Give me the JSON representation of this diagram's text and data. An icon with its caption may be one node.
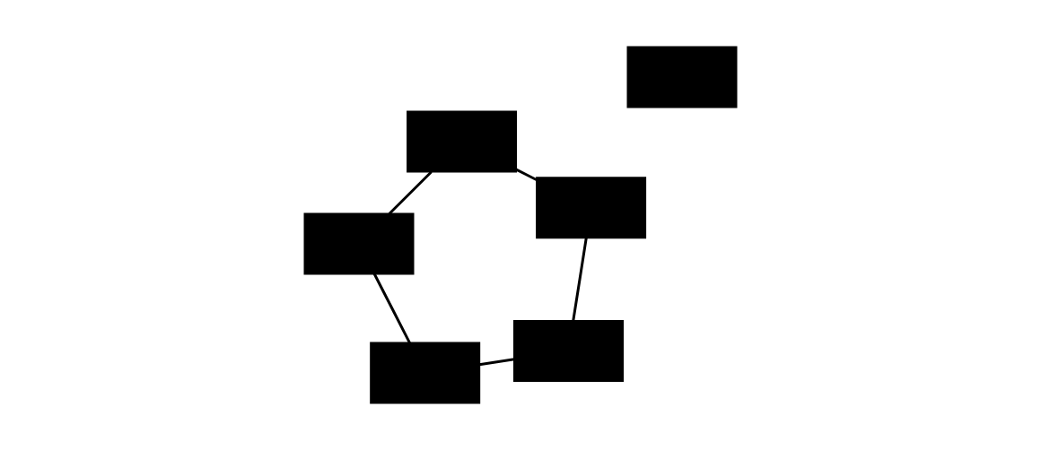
{
  "diagram": {
    "nodes": [
      {
        "text": [],
        "shape": "box"
      },
      {
        "text": [],
        "shape": "box"
      },
      {
        "text": [],
        "shape": "box"
      },
      {
        "text": [],
        "shape": "box"
      },
      {
        "text": [],
        "shape": "box"
      },
      {
        "text": [],
        "shape": "box"
      }
    ],
    "edges": [
      {
        "from": 1,
        "to": 0,
        "arrow": "none"
      },
      {
        "from": 0,
        "to": 4,
        "arrow": "none"
      },
      {
        "from": 4,
        "to": 5,
        "arrow": "none"
      },
      {
        "from": 5,
        "to": 3,
        "arrow": "none"
      },
      {
        "from": 3,
        "to": 1,
        "arrow": "none"
      }
    ]
  }
}
